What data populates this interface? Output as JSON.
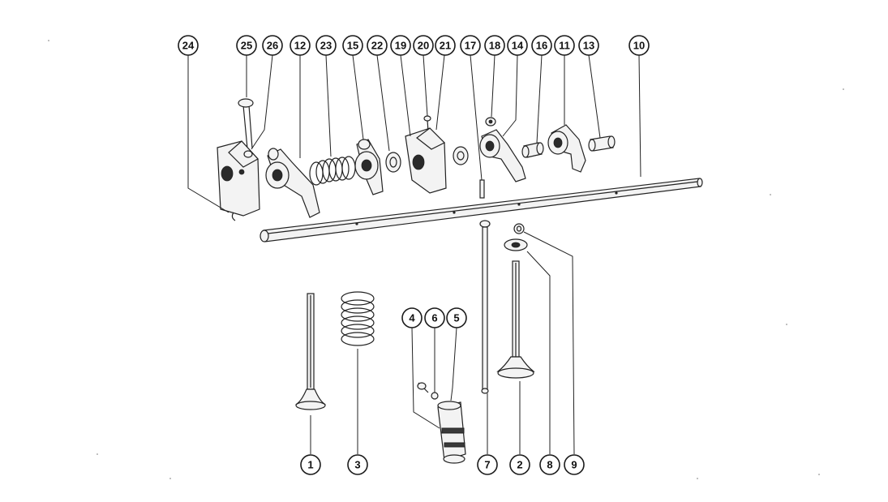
{
  "callouts": [
    {
      "id": "c24",
      "label": "24"
    },
    {
      "id": "c25",
      "label": "25"
    },
    {
      "id": "c26",
      "label": "26"
    },
    {
      "id": "c12",
      "label": "12"
    },
    {
      "id": "c23",
      "label": "23"
    },
    {
      "id": "c15",
      "label": "15"
    },
    {
      "id": "c22",
      "label": "22"
    },
    {
      "id": "c19",
      "label": "19"
    },
    {
      "id": "c20",
      "label": "20"
    },
    {
      "id": "c21",
      "label": "21"
    },
    {
      "id": "c17",
      "label": "17"
    },
    {
      "id": "c18",
      "label": "18"
    },
    {
      "id": "c14",
      "label": "14"
    },
    {
      "id": "c16",
      "label": "16"
    },
    {
      "id": "c11",
      "label": "11"
    },
    {
      "id": "c13",
      "label": "13"
    },
    {
      "id": "c10",
      "label": "10"
    },
    {
      "id": "c4",
      "label": "4"
    },
    {
      "id": "c6",
      "label": "6"
    },
    {
      "id": "c5",
      "label": "5"
    },
    {
      "id": "c1",
      "label": "1"
    },
    {
      "id": "c3",
      "label": "3"
    },
    {
      "id": "c7",
      "label": "7"
    },
    {
      "id": "c2",
      "label": "2"
    },
    {
      "id": "c8",
      "label": "8"
    },
    {
      "id": "c9",
      "label": "9"
    }
  ]
}
